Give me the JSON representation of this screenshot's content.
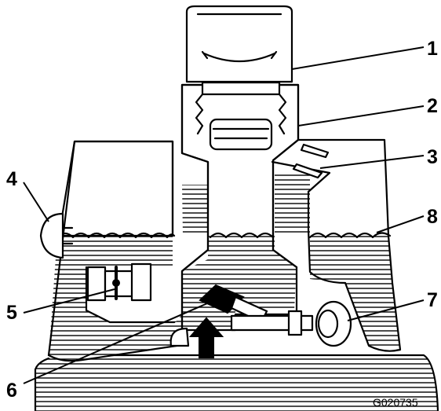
{
  "figure": {
    "callouts": [
      {
        "number": "1",
        "part": "filler-cap"
      },
      {
        "number": "2",
        "part": "tank-neck"
      },
      {
        "number": "3",
        "part": "vent-flap"
      },
      {
        "number": "4",
        "part": "sight-gauge"
      },
      {
        "number": "5",
        "part": "shutoff-valve"
      },
      {
        "number": "6",
        "part": "lever"
      },
      {
        "number": "7",
        "part": "valve-knob"
      },
      {
        "number": "8",
        "part": "fluid-level"
      }
    ],
    "figure_code": "G020735"
  }
}
